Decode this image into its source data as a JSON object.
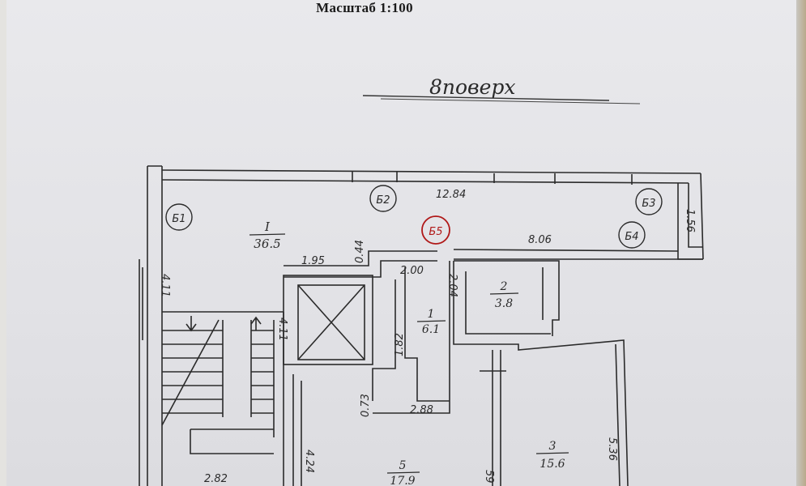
{
  "header": {
    "scale": "Масштаб 1:100"
  },
  "floor_label": "8поверх",
  "axes": [
    {
      "id": "axis-b1",
      "label": "Б1",
      "color": "#2a2a2a"
    },
    {
      "id": "axis-b2",
      "label": "Б2",
      "color": "#2a2a2a"
    },
    {
      "id": "axis-b3",
      "label": "Б3",
      "color": "#2a2a2a"
    },
    {
      "id": "axis-b4",
      "label": "Б4",
      "color": "#2a2a2a"
    },
    {
      "id": "axis-b5",
      "label": "Б5",
      "color": "#b01818"
    }
  ],
  "rooms": [
    {
      "id": "room-I",
      "number": "I",
      "area": "36.5"
    },
    {
      "id": "room-1",
      "number": "1",
      "area": "6.1"
    },
    {
      "id": "room-2",
      "number": "2",
      "area": "3.8"
    },
    {
      "id": "room-3",
      "number": "3",
      "area": "15.6"
    },
    {
      "id": "room-5",
      "number": "5",
      "area": "17.9"
    }
  ],
  "dimensions": {
    "corridor_length": "12.84",
    "corridor_width": "1.56",
    "corridor_segment": "8.06",
    "wall_044": "0.44",
    "elevator_width": "1.95",
    "door_200": "2.00",
    "room2_width": "2.04",
    "stair_length": "4.11",
    "stair_side": "4.11",
    "room1_side": "1.82",
    "ledge": "0.73",
    "room1_bottom": "2.88",
    "stair_bottom": "2.82",
    "room5_side": "4.24",
    "room3_side": "5.36",
    "partial_59": "59"
  }
}
